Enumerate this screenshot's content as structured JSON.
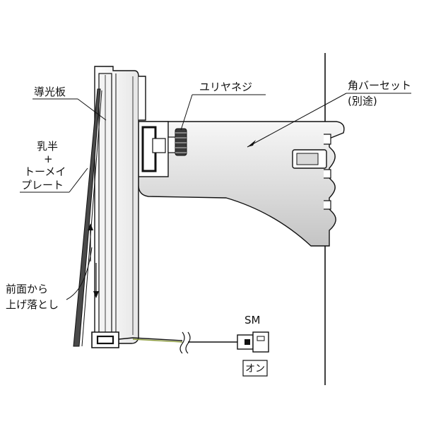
{
  "labels": {
    "light_guide": "導光板",
    "milky_line1": "乳半",
    "milky_line2": "+",
    "milky_line3": "トーメイ",
    "milky_line4": "プレート",
    "front_drop_line1": "前面から",
    "front_drop_line2": "上げ落とし",
    "screw": "ユリヤネジ",
    "bar_set_line1": "角バーセット",
    "bar_set_line2": "(別途)",
    "connector": "SM",
    "switch_box": "オン"
  },
  "colors": {
    "line": "#111111",
    "bracket_top": "#f7f7f7",
    "bracket_bottom": "#bdbdbd",
    "panel_fill": "#f2f2f2",
    "cable_accent": "#8a9a3a"
  }
}
